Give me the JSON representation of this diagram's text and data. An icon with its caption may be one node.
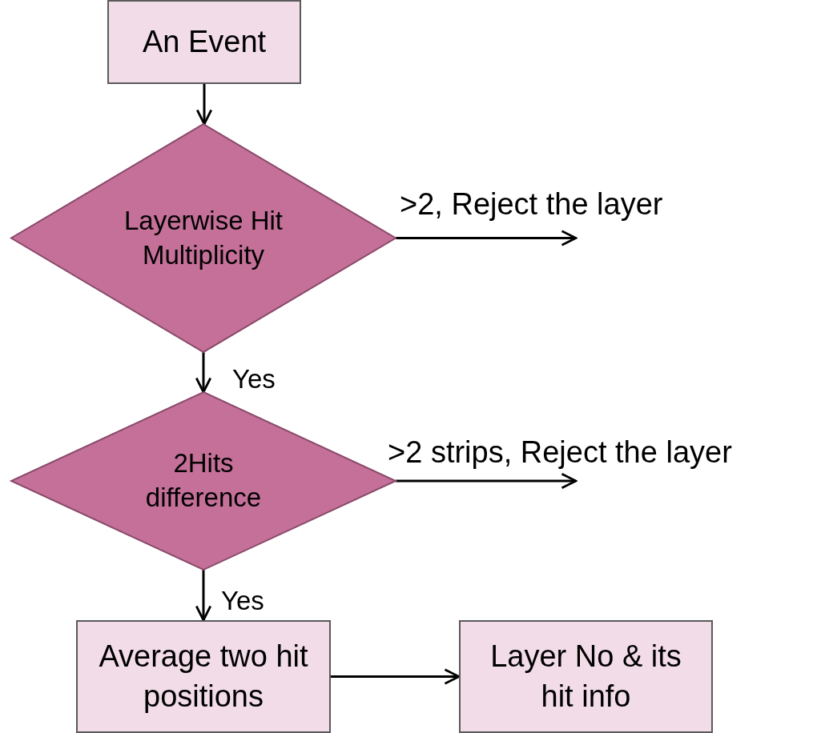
{
  "diagram": {
    "nodes": [
      {
        "text": [
          "An Event"
        ]
      },
      {
        "text": [
          "Layerwise Hit Multiplicity"
        ]
      },
      {
        "text": [
          "2Hits difference"
        ]
      },
      {
        "text": [
          "Average two hit positions"
        ]
      },
      {
        "text": [
          "Layer No & its hit info"
        ]
      }
    ],
    "edges": [
      {
        "from": 0,
        "to": 1,
        "arrow": "to"
      },
      {
        "from": 1,
        "to": null,
        "arrow": "to",
        "label": ">2, Reject the layer"
      },
      {
        "from": 1,
        "to": 2,
        "arrow": "to",
        "label": "Yes"
      },
      {
        "from": 2,
        "to": null,
        "arrow": "to",
        "label": ">2 strips, Reject the layer"
      },
      {
        "from": 2,
        "to": 3,
        "arrow": "to",
        "label": "Yes"
      },
      {
        "from": 3,
        "to": 4,
        "arrow": "to"
      }
    ]
  }
}
